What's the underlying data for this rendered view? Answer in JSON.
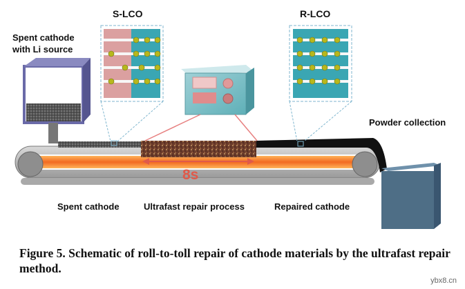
{
  "labels": {
    "s_lco": "S-LCO",
    "r_lco": "R-LCO",
    "spent_cathode_source": "Spent cathode\nwith Li source",
    "powder_collection": "Powder collection",
    "spent_cathode": "Spent cathode",
    "ultrafast_repair": "Ultrafast repair process",
    "repaired_cathode": "Repaired cathode",
    "time": "8s"
  },
  "caption": "Figure 5. Schematic of roll-to-toll repair of cathode materials by the ultrafast repair method.",
  "watermark": "ybx8.cn",
  "colors": {
    "belt": "#b8b8b8",
    "heater": "#f26a21",
    "layer_teal": "#3aa6b3",
    "layer_pink": "#d58f8f",
    "li_ion": "#b7b81d",
    "hopper": "#6a6aa8",
    "bin": "#4e6e86",
    "arrow_red": "#e05a4a",
    "dash_blue": "#7fb6cf"
  }
}
